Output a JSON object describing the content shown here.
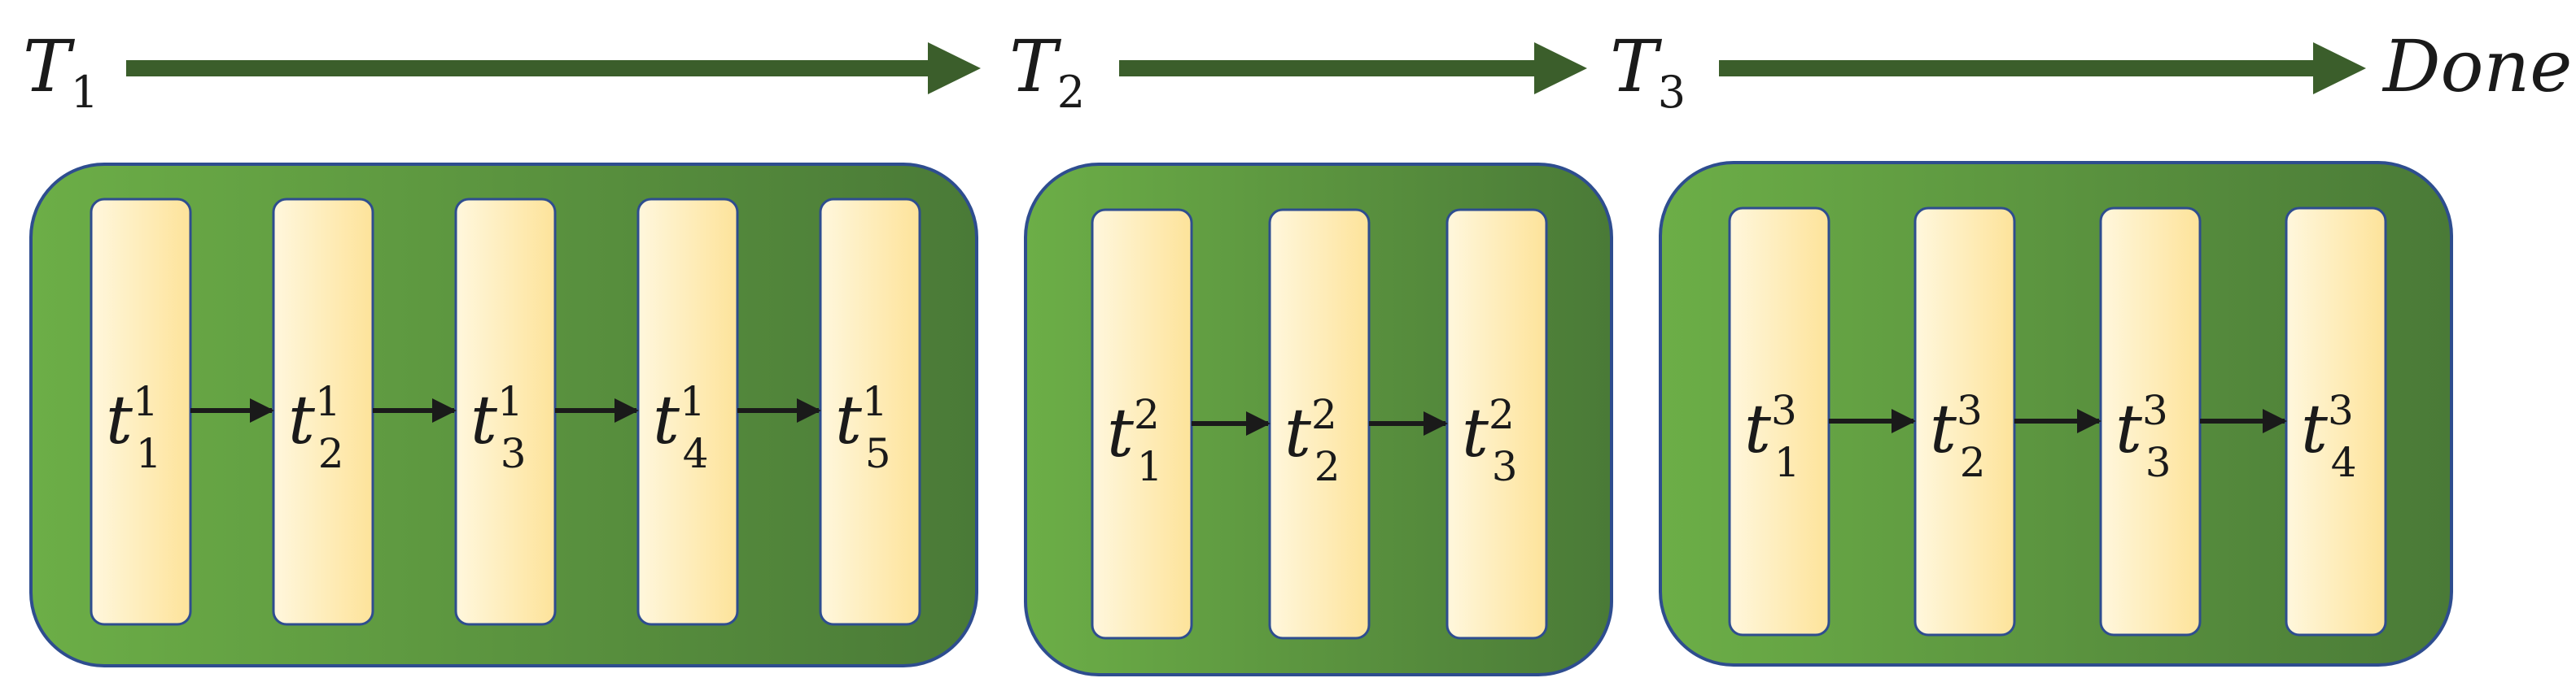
{
  "colors": {
    "timeline_arrow": "#3b5e2b",
    "group_gradient_start": "#6cae47",
    "group_gradient_end": "#4a7a37",
    "group_border": "#2e4d8f",
    "task_gradient_start": "#fff7dd",
    "task_gradient_end": "#fde39a",
    "task_border": "#2e4d8f",
    "flow_arrow": "#1a1a1a"
  },
  "timeline": {
    "labels": [
      {
        "base": "T",
        "sub": "1"
      },
      {
        "base": "T",
        "sub": "2"
      },
      {
        "base": "T",
        "sub": "3"
      },
      {
        "text": "Done"
      }
    ]
  },
  "groups": [
    {
      "tasks": [
        {
          "base": "t",
          "sup": "1",
          "sub": "1"
        },
        {
          "base": "t",
          "sup": "1",
          "sub": "2"
        },
        {
          "base": "t",
          "sup": "1",
          "sub": "3"
        },
        {
          "base": "t",
          "sup": "1",
          "sub": "4"
        },
        {
          "base": "t",
          "sup": "1",
          "sub": "5"
        }
      ]
    },
    {
      "tasks": [
        {
          "base": "t",
          "sup": "2",
          "sub": "1"
        },
        {
          "base": "t",
          "sup": "2",
          "sub": "2"
        },
        {
          "base": "t",
          "sup": "2",
          "sub": "3"
        }
      ]
    },
    {
      "tasks": [
        {
          "base": "t",
          "sup": "3",
          "sub": "1"
        },
        {
          "base": "t",
          "sup": "3",
          "sub": "2"
        },
        {
          "base": "t",
          "sup": "3",
          "sub": "3"
        },
        {
          "base": "t",
          "sup": "3",
          "sub": "4"
        }
      ]
    }
  ]
}
